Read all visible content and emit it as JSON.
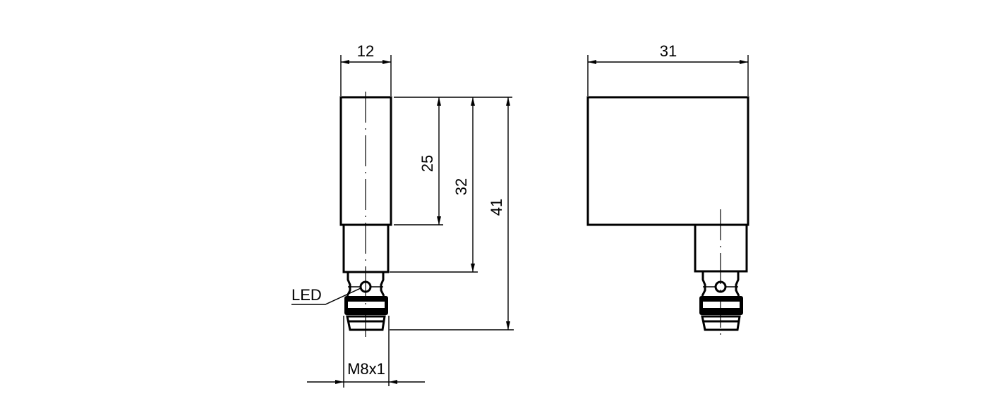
{
  "drawing": {
    "front_view": {
      "width_label": "12",
      "dim_25": "25",
      "dim_32": "32",
      "dim_41": "41",
      "led_label": "LED",
      "thread_label": "M8x1"
    },
    "side_view": {
      "width_label": "31"
    },
    "line_color": "#000000",
    "background_color": "#ffffff"
  }
}
